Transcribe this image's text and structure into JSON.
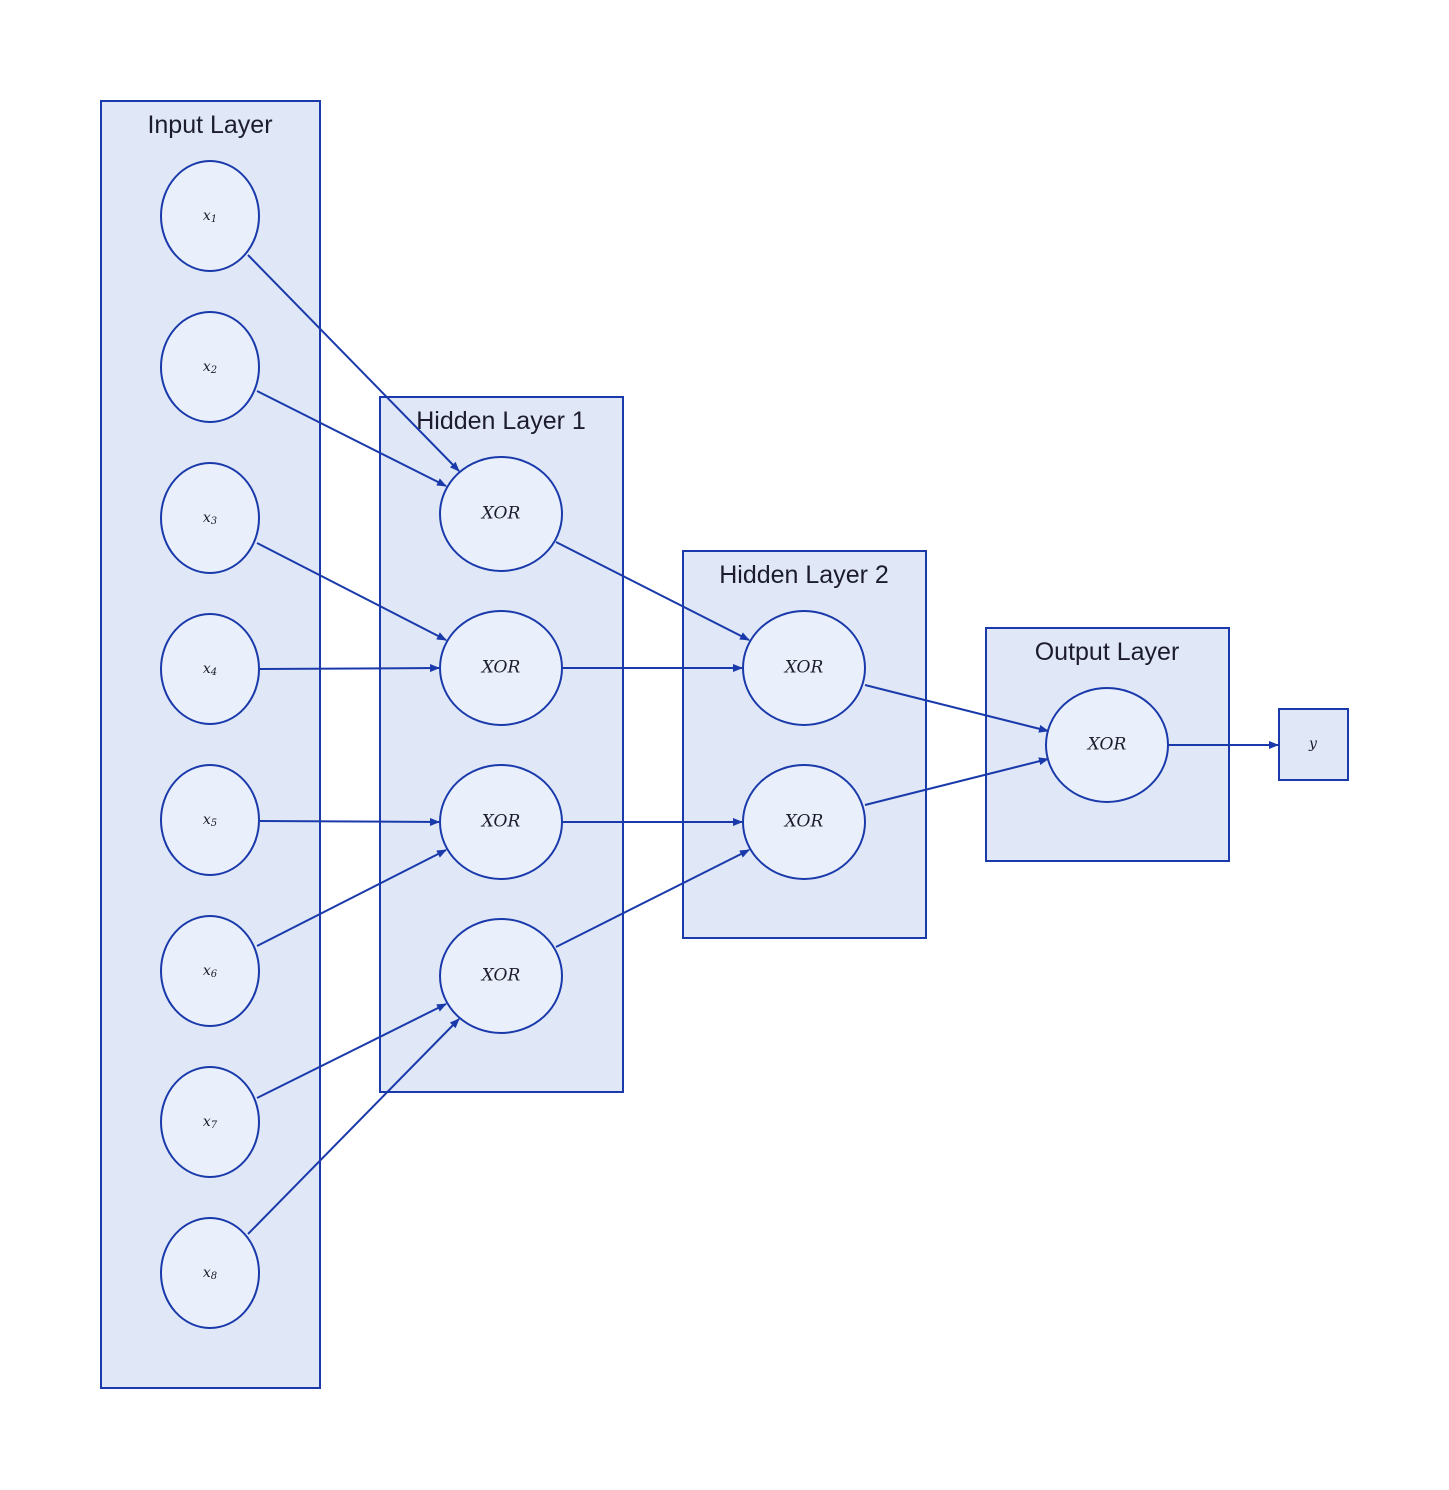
{
  "layers": {
    "input": {
      "title": "Input Layer"
    },
    "hidden1": {
      "title": "Hidden Layer 1"
    },
    "hidden2": {
      "title": "Hidden Layer 2"
    },
    "output": {
      "title": "Output Layer"
    }
  },
  "inputs": [
    {
      "name": "x",
      "sub": "1"
    },
    {
      "name": "x",
      "sub": "2"
    },
    {
      "name": "x",
      "sub": "3"
    },
    {
      "name": "x",
      "sub": "4"
    },
    {
      "name": "x",
      "sub": "5"
    },
    {
      "name": "x",
      "sub": "6"
    },
    {
      "name": "x",
      "sub": "7"
    },
    {
      "name": "x",
      "sub": "8"
    }
  ],
  "hidden1_nodes": [
    "XOR",
    "XOR",
    "XOR",
    "XOR"
  ],
  "hidden2_nodes": [
    "XOR",
    "XOR"
  ],
  "output_nodes": [
    "XOR"
  ],
  "final_output": "y",
  "colors": {
    "fill": "#e0e8f8",
    "stroke": "#1a3aab",
    "text": "#1c1c2e"
  }
}
